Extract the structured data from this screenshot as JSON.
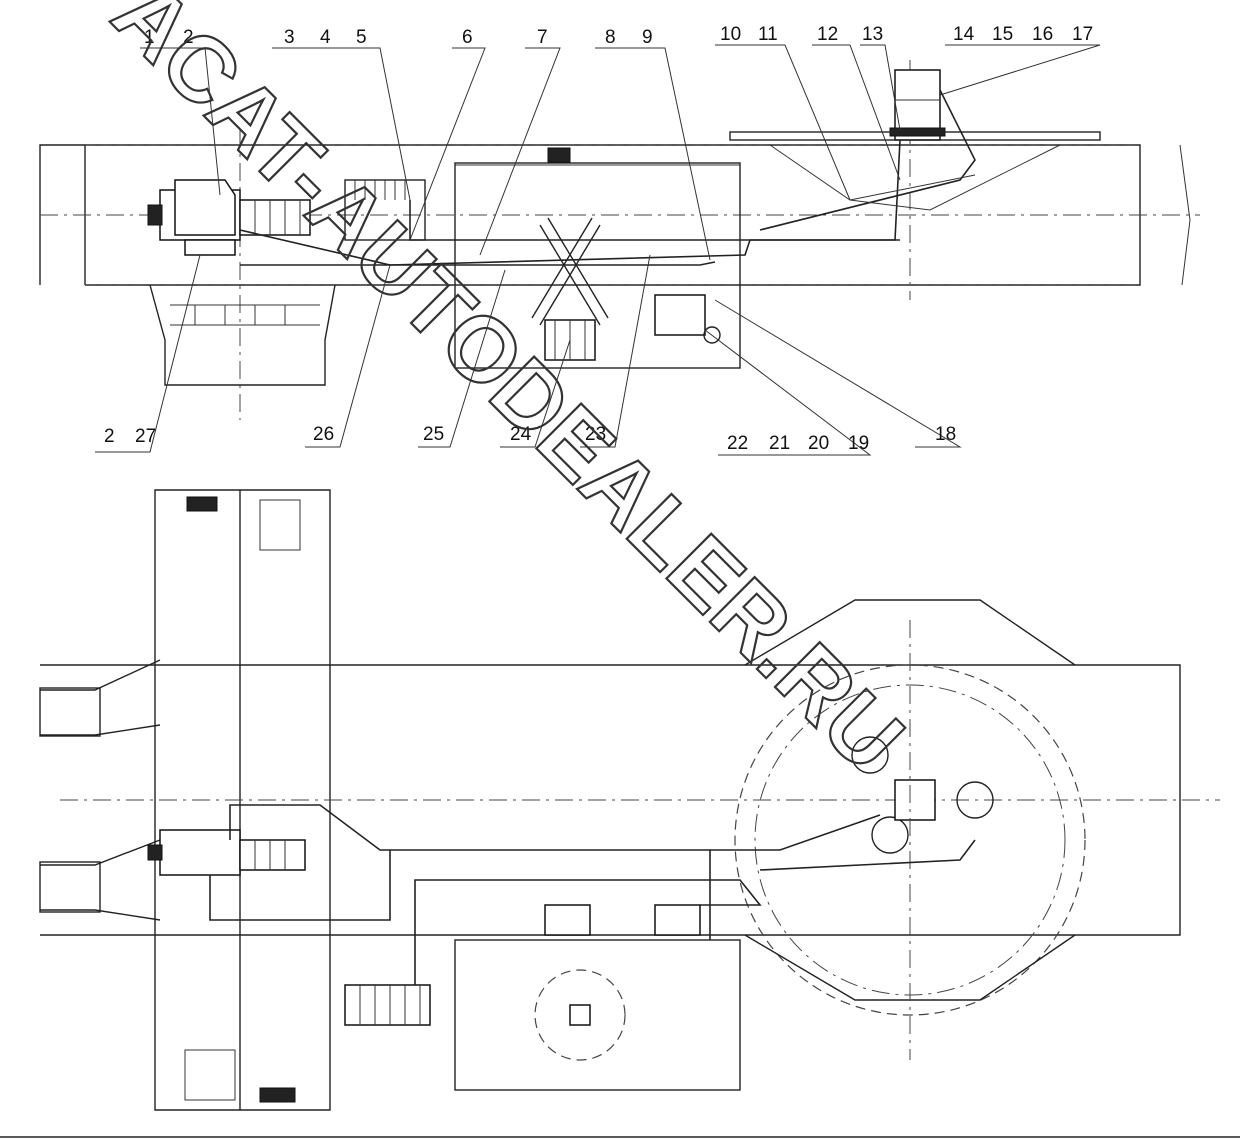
{
  "callouts": {
    "top_left": [
      "1",
      "2"
    ],
    "top_mid_a": [
      "3",
      "4",
      "5"
    ],
    "c6": "6",
    "c7": "7",
    "top_mid_b": [
      "8",
      "9"
    ],
    "top_mid_c": [
      "10",
      "11"
    ],
    "c12": "12",
    "c13": "13",
    "top_right": [
      "14",
      "15",
      "16",
      "17"
    ],
    "bottom_left": [
      "2",
      "27"
    ],
    "c26": "26",
    "c25": "25",
    "c24": "24",
    "c23": "23",
    "bottom_mid": [
      "22",
      "21",
      "20",
      "19"
    ],
    "c18": "18"
  },
  "watermark": "ACAT-AUTODEALER.RU",
  "colors": {
    "line": "#222222",
    "background": "#ffffff"
  }
}
